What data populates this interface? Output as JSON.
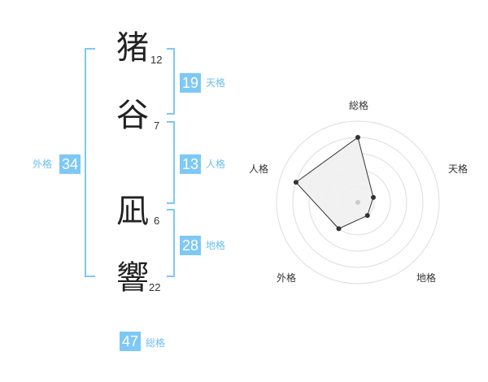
{
  "name": {
    "surname": [
      {
        "char": "猪",
        "strokes": "12"
      },
      {
        "char": "谷",
        "strokes": "7"
      }
    ],
    "given": [
      {
        "char": "凪",
        "strokes": "6"
      },
      {
        "char": "響",
        "strokes": "22"
      }
    ]
  },
  "fortunes": {
    "tenkaku": {
      "value": "19",
      "label": "天格"
    },
    "jinkaku": {
      "value": "13",
      "label": "人格"
    },
    "chikaku": {
      "value": "28",
      "label": "地格"
    },
    "gaikaku": {
      "value": "34",
      "label": "外格"
    },
    "soukaku": {
      "value": "47",
      "label": "総格"
    }
  },
  "radar": {
    "axes": [
      "総格",
      "天格",
      "地格",
      "外格",
      "人格"
    ],
    "levels": 5,
    "values": [
      4.0,
      1.0,
      1.0,
      2.0,
      4.0
    ],
    "max": 5,
    "colors": {
      "fill": "#f0f0f0",
      "stroke": "#333333",
      "grid": "#dddddd",
      "point": "#333333",
      "center": "#cccccc"
    }
  },
  "accent_color": "#7ec8f5"
}
